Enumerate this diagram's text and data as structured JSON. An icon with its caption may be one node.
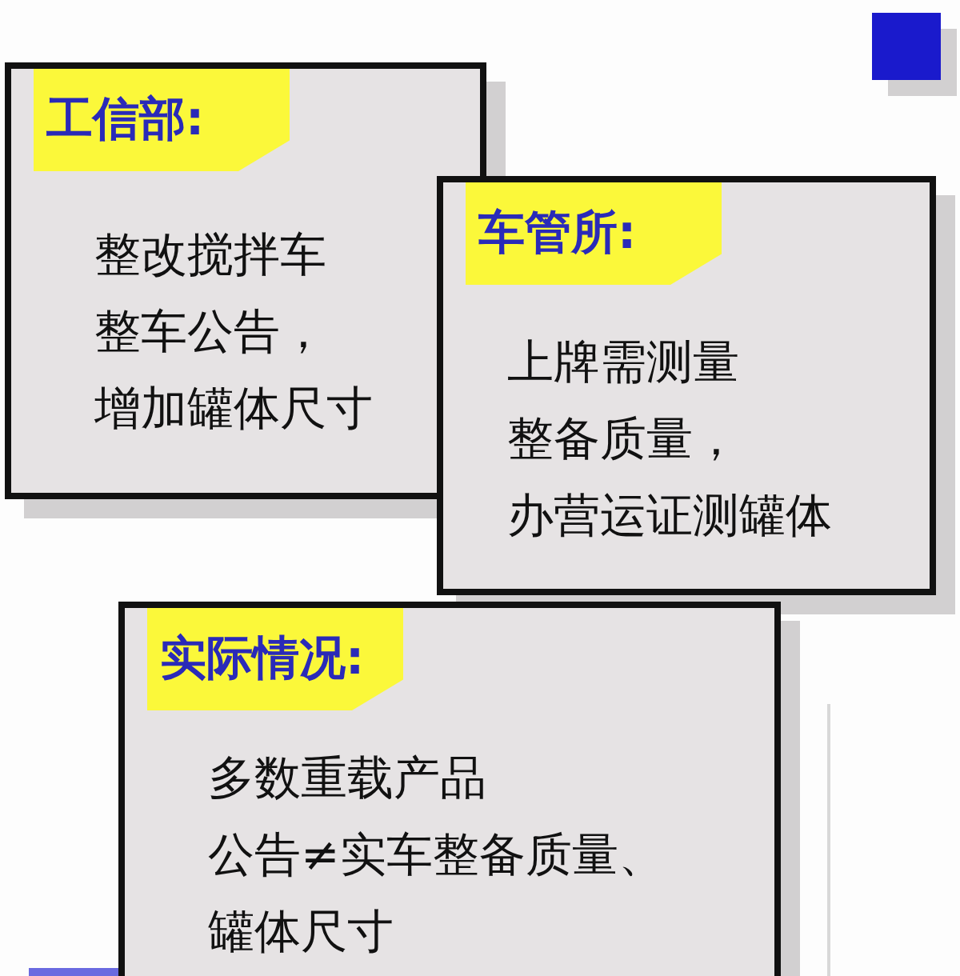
{
  "diagram": {
    "nodes": [
      {
        "text": [
          "工信部:",
          "整改搅拌车整车公告，增加罐体尺寸"
        ]
      },
      {
        "text": [
          "车管所:",
          "上牌需测量整备质量，办营运证测罐体"
        ]
      },
      {
        "text": [
          "实际情况:",
          "多数重载产品公告≠实车整备质量、罐体尺寸"
        ]
      }
    ]
  }
}
